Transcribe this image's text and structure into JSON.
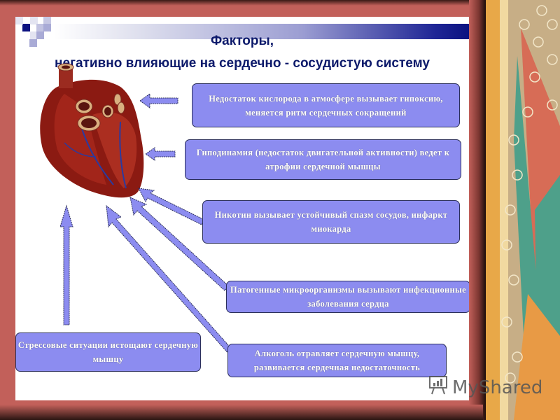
{
  "slide": {
    "title_line1": "Факторы,",
    "title_line2": "негативно влияющие на сердечно - сосудистую систему",
    "center_image": "heart-illustration",
    "factors": [
      {
        "id": "oxygen",
        "text": "Недостаток кислорода в атмосфере вызывает гипоксию, меняется  ритм сердечных сокращений"
      },
      {
        "id": "hypodynamia",
        "text": "Гиподинамия (недостаток двигательной активности) ведет к атрофии сердечной мышцы"
      },
      {
        "id": "nicotine",
        "text": "Никотин вызывает устойчивый спазм сосудов, инфаркт миокарда"
      },
      {
        "id": "pathogens",
        "text": "Патогенные микроорганизмы вызывают инфекционные заболевания сердца"
      },
      {
        "id": "stress",
        "text": "Стрессовые ситуации истощают сердечную мышцу"
      },
      {
        "id": "alcohol",
        "text": "Алкоголь отравляет сердечную мышцу, развивается сердечная недостаточность"
      }
    ]
  },
  "colors": {
    "frame": "#c2605a",
    "box_fill": "#8c8cf0",
    "box_border": "#2b2f5a",
    "title_text": "#0d1a6b",
    "title_bar_end": "#0b1280"
  },
  "watermark": {
    "icon": "presentation-chart-icon",
    "text": "MyShared"
  }
}
